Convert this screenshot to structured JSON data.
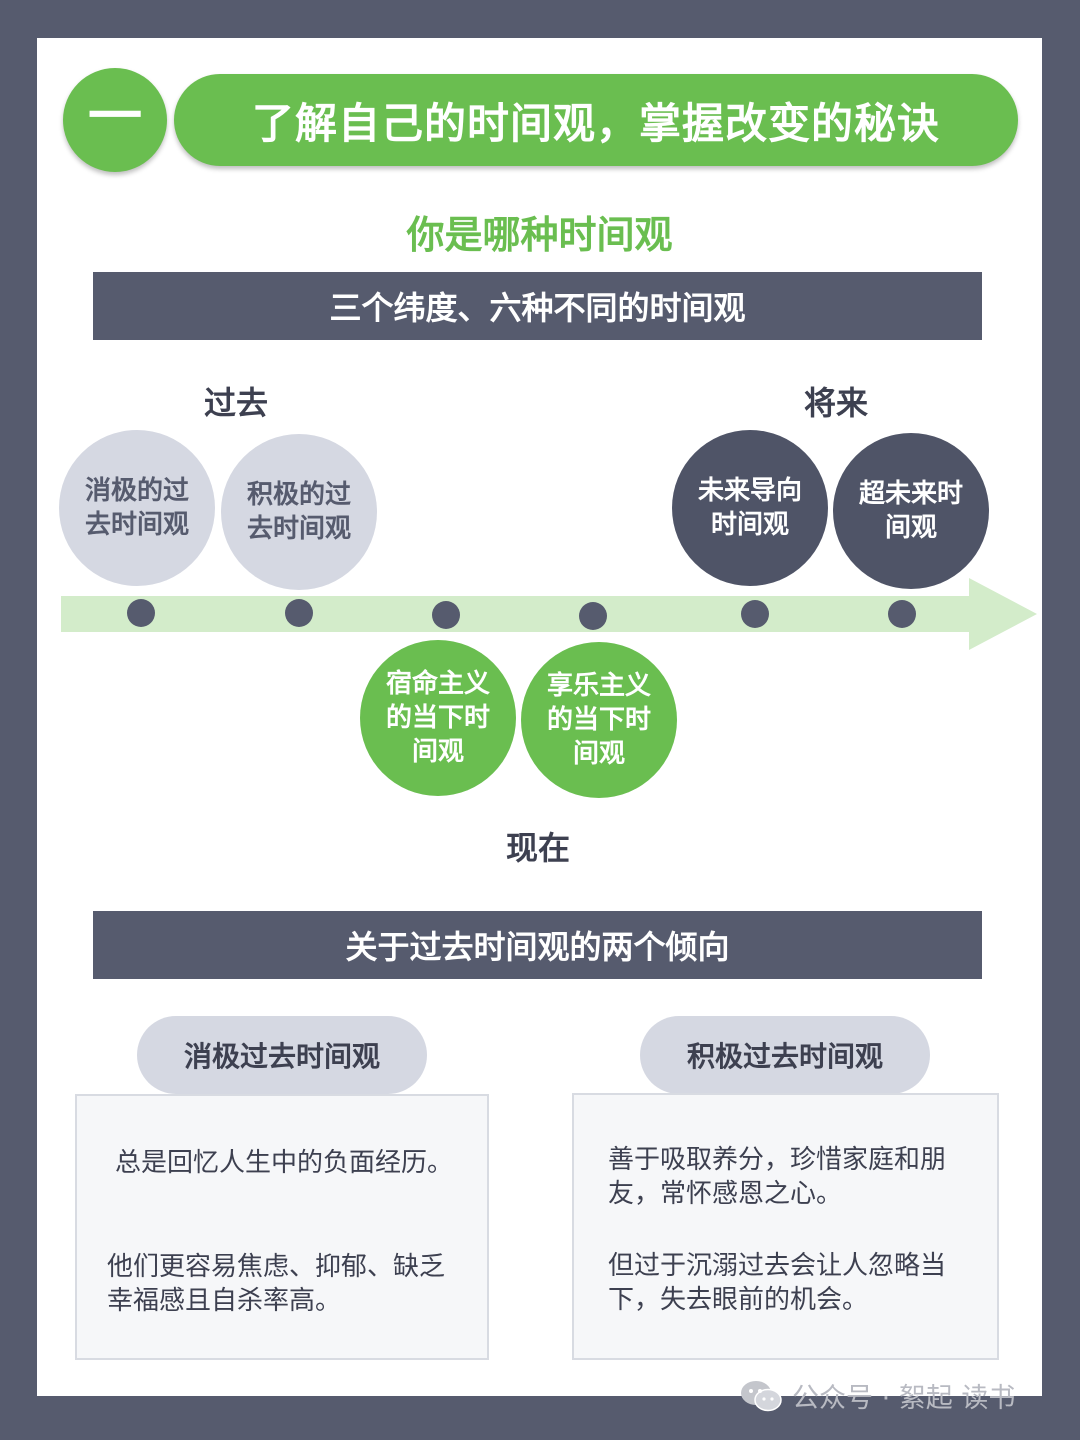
{
  "header": {
    "number": "一",
    "title": "了解自己的时间观，掌握改变的秘诀"
  },
  "subtitle": "你是哪种时间观",
  "section1": {
    "bar_title": "三个纬度、六种不同的时间观",
    "labels": {
      "past": "过去",
      "future": "将来",
      "present": "现在"
    },
    "circles": [
      {
        "text": "消极的过去时间观",
        "group": "past"
      },
      {
        "text": "积极的过去时间观",
        "group": "past"
      },
      {
        "text": "宿命主义的当下时间观",
        "group": "present"
      },
      {
        "text": "享乐主义的当下时间观",
        "group": "present"
      },
      {
        "text": "未来导向时间观",
        "group": "future"
      },
      {
        "text": "超未来时间观",
        "group": "future"
      }
    ]
  },
  "section2": {
    "bar_title": "关于过去时间观的两个倾向",
    "left": {
      "title": "消极过去时间观",
      "paragraphs": [
        "总是回忆人生中的负面经历。",
        "他们更容易焦虑、抑郁、缺乏幸福感且自杀率高。"
      ]
    },
    "right": {
      "title": "积极过去时间观",
      "paragraphs": [
        "善于吸取养分，珍惜家庭和朋友，常怀感恩之心。",
        "但过于沉溺过去会让人忽略当下，失去眼前的机会。"
      ]
    }
  },
  "watermark": "公众号 · 絮起 读书",
  "colors": {
    "green": "#6abe50",
    "dark": "#565b6e",
    "light_gray": "#d5d8e2",
    "arrow": "#d3ecca"
  }
}
